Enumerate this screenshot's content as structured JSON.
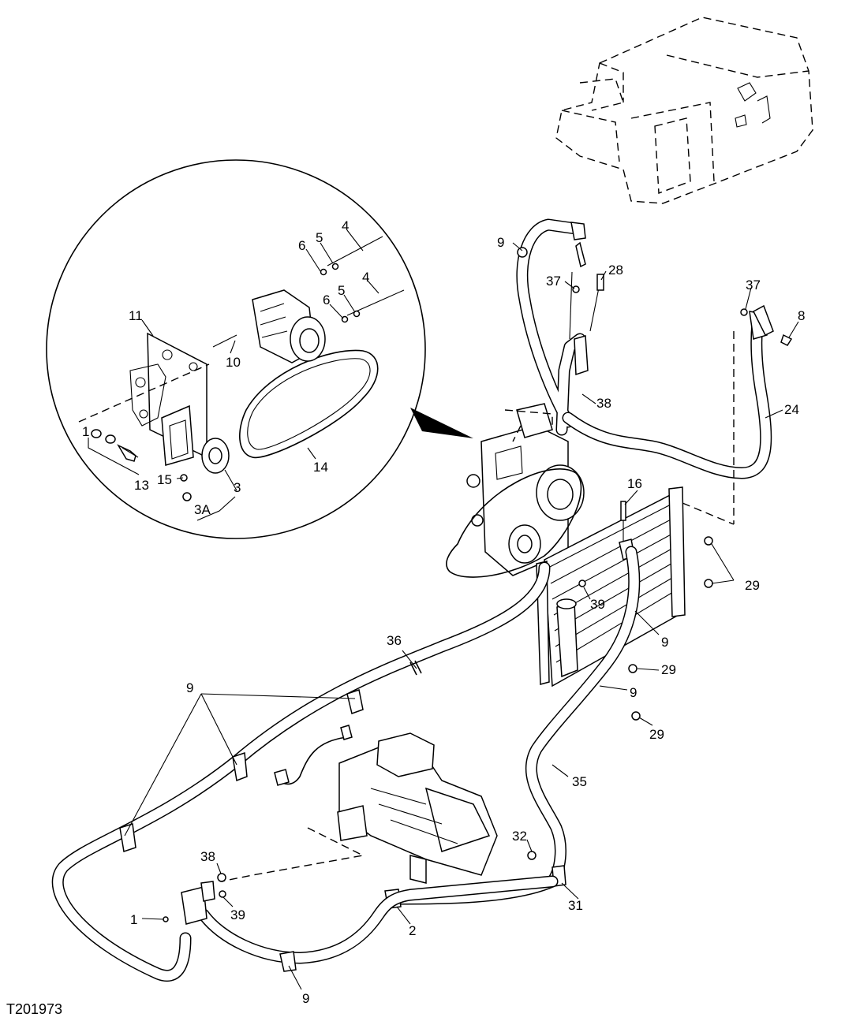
{
  "figure": {
    "id": "T201973"
  },
  "callouts": {
    "c1": "1",
    "c2": "2",
    "c3": "3",
    "c3a": "3A",
    "c4a": "4",
    "c4b": "4",
    "c5a": "5",
    "c5b": "5",
    "c6a": "6",
    "c6b": "6",
    "c8": "8",
    "c9a": "9",
    "c9b": "9",
    "c9c": "9",
    "c9d": "9",
    "c9e": "9",
    "c10": "10",
    "c11": "11",
    "c13": "13",
    "c14": "14",
    "c15": "15",
    "c16": "16",
    "c24": "24",
    "c28": "28",
    "c29a": "29",
    "c29b": "29",
    "c29c": "29",
    "c31": "31",
    "c32": "32",
    "c35": "35",
    "c36": "36",
    "c37a": "37",
    "c37b": "37",
    "c38a": "38",
    "c38b": "38",
    "c39a": "39",
    "c39b": "39"
  }
}
